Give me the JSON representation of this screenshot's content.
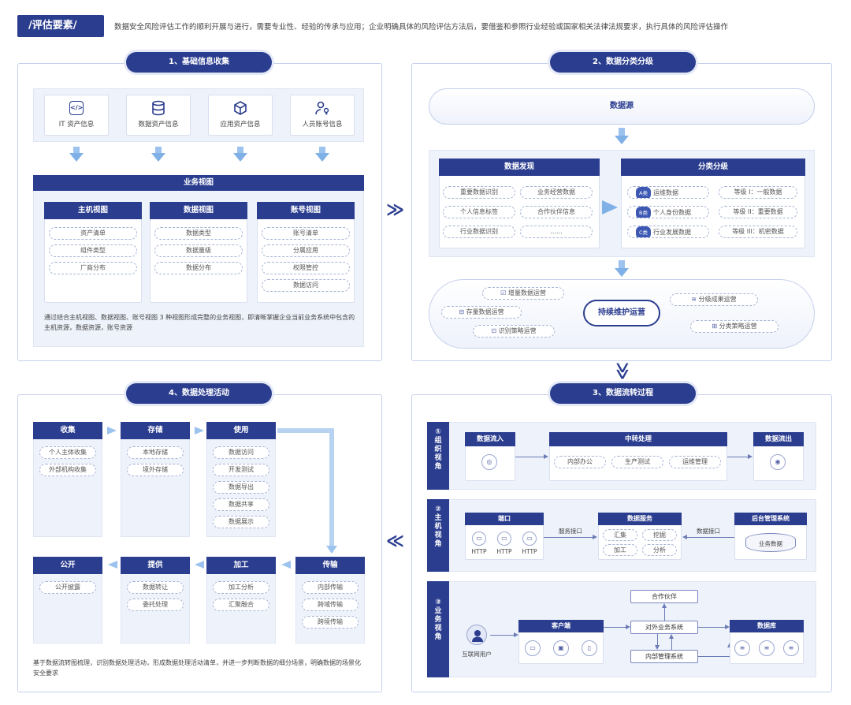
{
  "header": {
    "tag": "/评估要素/",
    "desc": "数据安全风险评估工作的顺利开展与进行，需要专业性、经验的传承与应用；企业明确具体的风险评估方法后，要借鉴和参照行业经验或国家相关法律法规要求，执行具体的风险评估操作"
  },
  "s1": {
    "title": "1、基础信息收集",
    "info": [
      "IT 资产信息",
      "数据资产信息",
      "应用资产信息",
      "人员账号信息"
    ],
    "biz_view": "业务视图",
    "cols": [
      {
        "title": "主机视图",
        "items": [
          "资产清单",
          "组件类型",
          "厂商分布"
        ]
      },
      {
        "title": "数据视图",
        "items": [
          "数据类型",
          "数据量级",
          "数据分布"
        ]
      },
      {
        "title": "账号视图",
        "items": [
          "账号清单",
          "分属应用",
          "权限管控",
          "数据访问"
        ]
      }
    ],
    "note": "通过结合主机视图、数据视图、账号视图 3 种视图形成完整的业务视图，即清晰掌握企业当前业务系统中包含的主机资源，数据资源，账号资源"
  },
  "s2": {
    "title": "2、数据分类分级",
    "source": "数据源",
    "discover": {
      "title": "数据发现",
      "items": [
        "重要数据识别",
        "业务经营数据",
        "个人信息标签",
        "合作伙伴信息",
        "行业数据识别",
        "......"
      ]
    },
    "classify": {
      "title": "分类分级",
      "left": [
        {
          "badge": "A类",
          "text": "运维数据"
        },
        {
          "badge": "B类",
          "text": "个人身份数据"
        },
        {
          "badge": "C类",
          "text": "行业发展数据"
        }
      ],
      "right": [
        "等级 I：一般数据",
        "等级 II：重要数据",
        "等级 III：机密数据"
      ]
    },
    "ops": {
      "center": "持续维护运营",
      "items": [
        "增量数据运营",
        "存量数据运营",
        "识别策略运营",
        "分级成果运营",
        "分类策略运营"
      ]
    }
  },
  "s3": {
    "title": "3、数据流转过程",
    "r1": {
      "label": "①组织视角",
      "in": "数据流入",
      "mid": "中转处理",
      "mid_items": [
        "内部办公",
        "生产测试",
        "运维管理"
      ],
      "out": "数据流出"
    },
    "r2": {
      "label": "②主机视角",
      "port": "端口",
      "http": [
        "HTTP",
        "HTTP",
        "HTTP"
      ],
      "iface1": "服务接口",
      "svc": "数据服务",
      "svc_items": [
        "汇集",
        "挖掘",
        "加工",
        "分析"
      ],
      "iface2": "数据接口",
      "admin": "后台管理系统",
      "biz_data": "业务数据"
    },
    "r3": {
      "label": "③业务视角",
      "user": "互联网用户",
      "client": "客户端",
      "partner": "合作伙伴",
      "ext": "对外业务系统",
      "int": "内部管理系统",
      "db": "数据库"
    }
  },
  "s4": {
    "title": "4、数据处理活动",
    "top": [
      {
        "title": "收集",
        "items": [
          "个人主体收集",
          "外部机构收集"
        ]
      },
      {
        "title": "存储",
        "items": [
          "本地存储",
          "境外存储"
        ]
      },
      {
        "title": "使用",
        "items": [
          "数据访问",
          "开发测试",
          "数据导出",
          "数据共享",
          "数据展示"
        ]
      }
    ],
    "bottom": [
      {
        "title": "公开",
        "items": [
          "公开披露"
        ]
      },
      {
        "title": "提供",
        "items": [
          "数据转让",
          "委托处理"
        ]
      },
      {
        "title": "加工",
        "items": [
          "加工分析",
          "汇聚融合"
        ]
      },
      {
        "title": "传输",
        "items": [
          "内部传输",
          "跨域传输",
          "跨境传输"
        ]
      }
    ],
    "note": "基于数据流转图梳理，识别数据处理活动，形成数据处理活动清单，并进一步判断数据的细分场景，明确数据的场景化安全要求"
  }
}
